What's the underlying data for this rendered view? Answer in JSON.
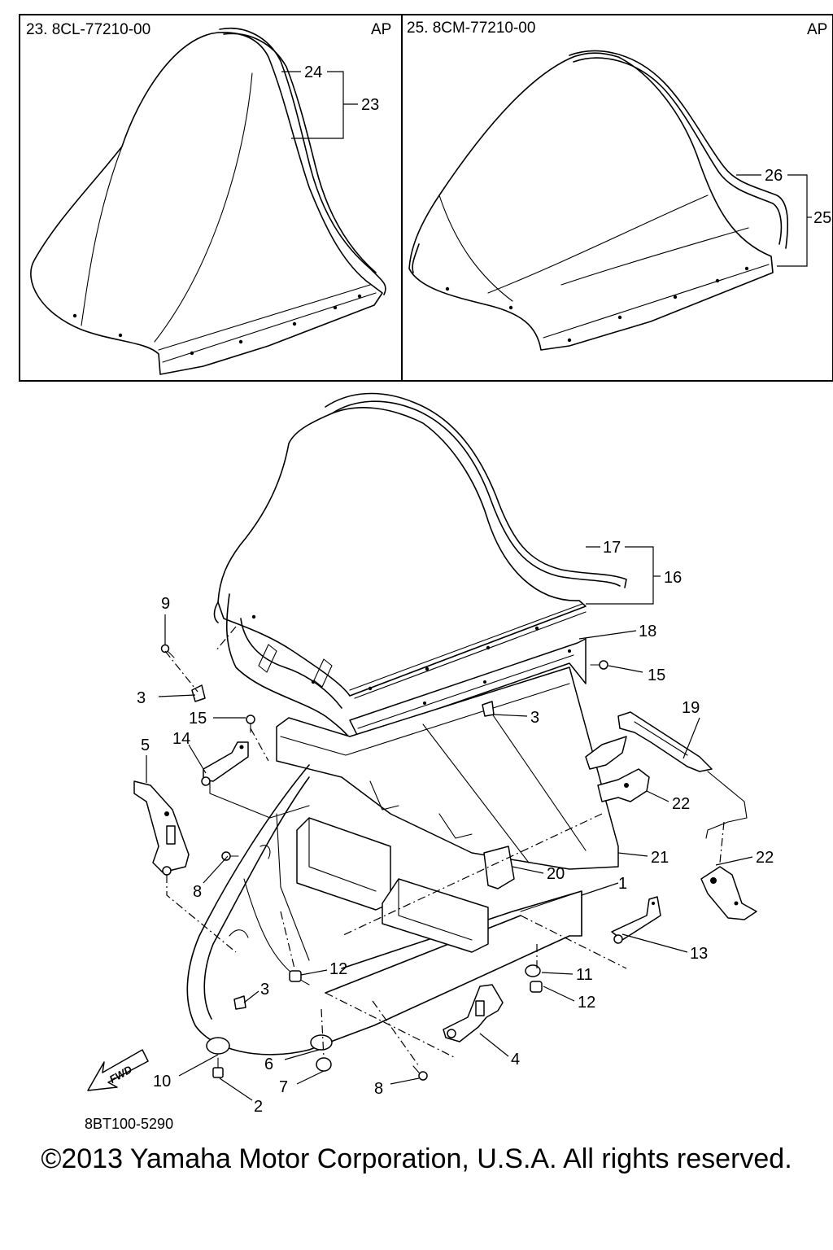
{
  "insets": [
    {
      "header": "23. 8CL-77210-00",
      "region": "AP",
      "callouts": [
        "24",
        "23"
      ]
    },
    {
      "header": "25. 8CM-77210-00",
      "region": "AP",
      "callouts": [
        "26",
        "25"
      ]
    }
  ],
  "callouts": {
    "p1": "1",
    "p2": "2",
    "p3a": "3",
    "p3b": "3",
    "p3c": "3",
    "p4": "4",
    "p5": "5",
    "p6": "6",
    "p7": "7",
    "p8a": "8",
    "p8b": "8",
    "p9": "9",
    "p10": "10",
    "p11": "11",
    "p12a": "12",
    "p12b": "12",
    "p13": "13",
    "p14": "14",
    "p15a": "15",
    "p15b": "15",
    "p16": "16",
    "p17": "17",
    "p18": "18",
    "p19": "19",
    "p20": "20",
    "p21": "21",
    "p22a": "22",
    "p22b": "22"
  },
  "fwd_label": "FWD",
  "diagram_code": "8BT100-5290",
  "copyright": "©2013 Yamaha Motor Corporation, U.S.A. All rights reserved."
}
